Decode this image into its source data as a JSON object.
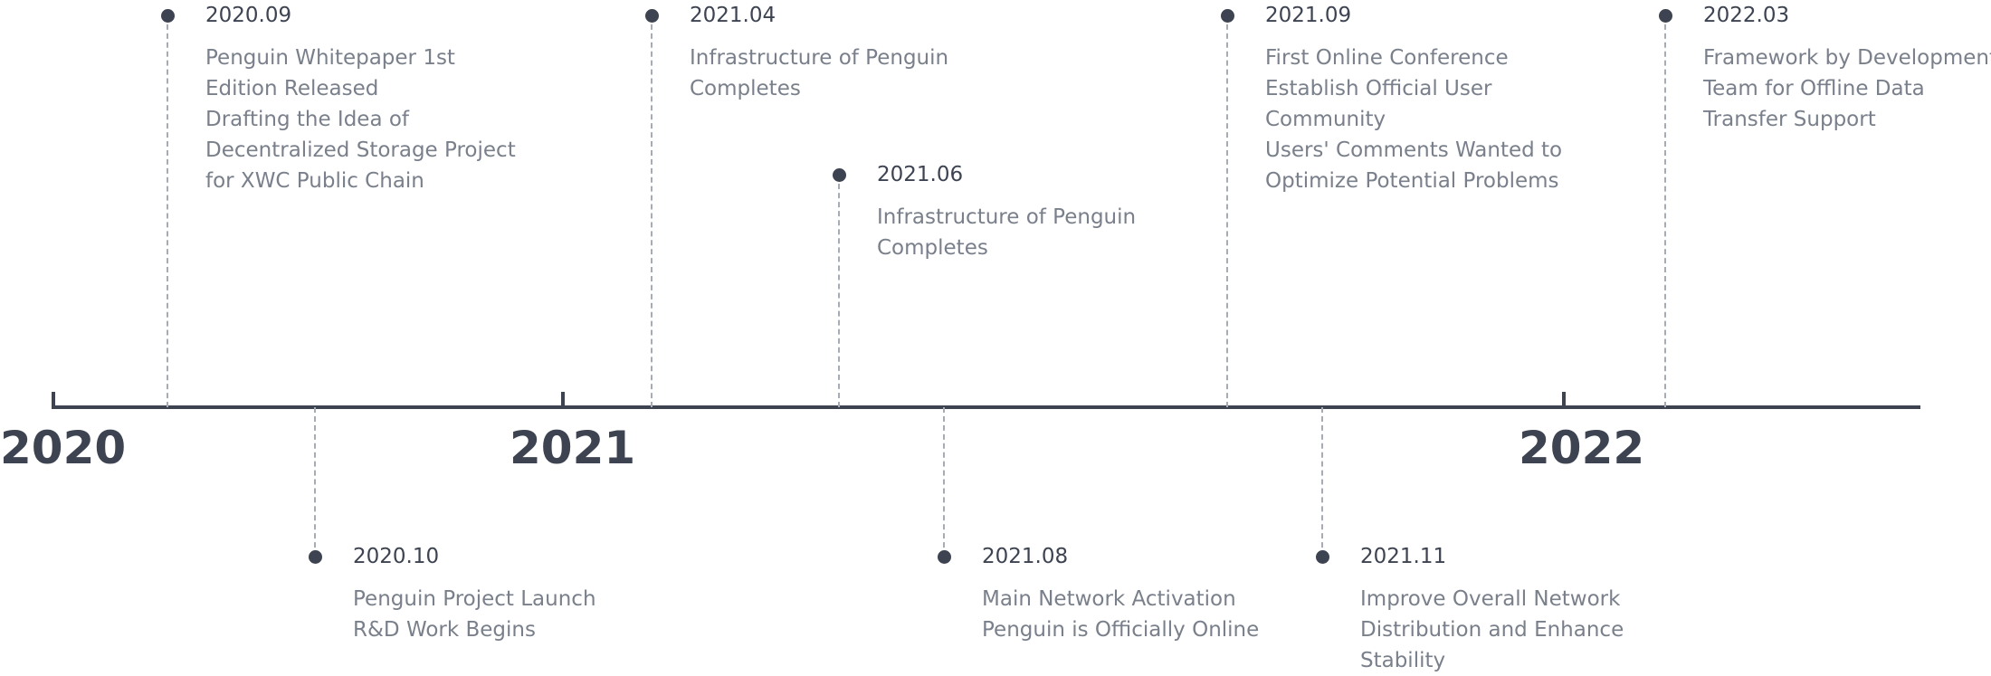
{
  "years": [
    "2020",
    "2021",
    "2022"
  ],
  "events": [
    {
      "id": "2020-09",
      "date": "2020.09",
      "lines": [
        "Penguin Whitepaper 1st",
        "Edition Released",
        "Drafting the Idea of",
        "Decentralized Storage Project",
        "for XWC Public Chain"
      ]
    },
    {
      "id": "2020-10",
      "date": "2020.10",
      "lines": [
        "Penguin Project Launch",
        "R&D Work Begins"
      ]
    },
    {
      "id": "2021-04",
      "date": "2021.04",
      "lines": [
        "Infrastructure of Penguin",
        "Completes"
      ]
    },
    {
      "id": "2021-06",
      "date": "2021.06",
      "lines": [
        "Infrastructure of Penguin",
        "Completes"
      ]
    },
    {
      "id": "2021-08",
      "date": "2021.08",
      "lines": [
        "Main Network Activation",
        "Penguin is Officially Online"
      ]
    },
    {
      "id": "2021-09",
      "date": "2021.09",
      "lines": [
        "First Online Conference",
        "Establish Official User",
        "Community",
        "Users' Comments Wanted to",
        "Optimize Potential Problems"
      ]
    },
    {
      "id": "2021-11",
      "date": "2021.11",
      "lines": [
        "Improve Overall Network",
        "Distribution and Enhance",
        "Stability"
      ]
    },
    {
      "id": "2022-03",
      "date": "2022.03",
      "lines": [
        "Framework by Development",
        "Team for Offline Data",
        "Transfer Support"
      ]
    }
  ]
}
